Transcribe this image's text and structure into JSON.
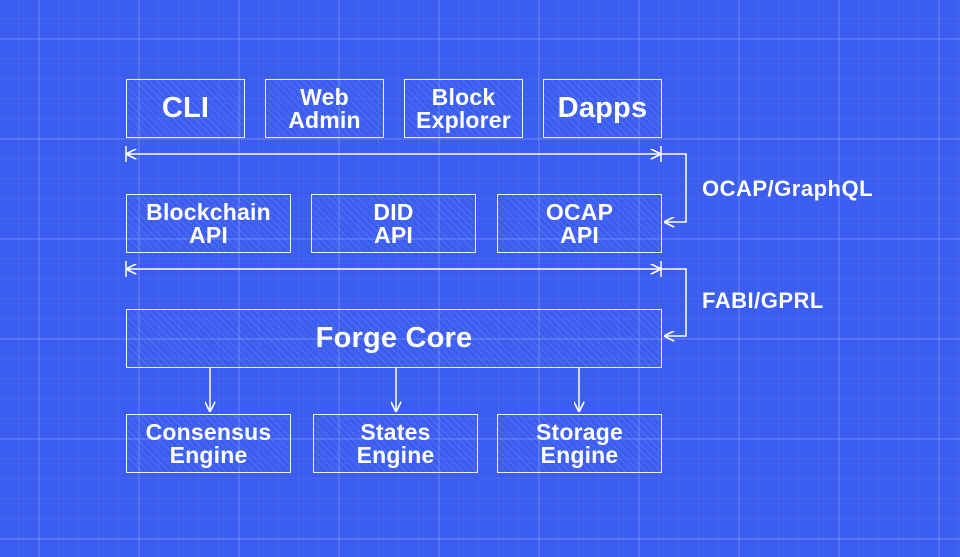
{
  "clients": [
    {
      "id": "cli",
      "label": "CLI"
    },
    {
      "id": "web-admin",
      "label": "Web\nAdmin"
    },
    {
      "id": "block-explorer",
      "label": "Block\nExplorer"
    },
    {
      "id": "dapps",
      "label": "Dapps"
    }
  ],
  "apis": [
    {
      "id": "blockchain-api",
      "label": "Blockchain\nAPI"
    },
    {
      "id": "did-api",
      "label": "DID\nAPI"
    },
    {
      "id": "ocap-api",
      "label": "OCAP\nAPI"
    }
  ],
  "core": {
    "label": "Forge Core"
  },
  "engines": [
    {
      "id": "consensus-engine",
      "label": "Consensus\nEngine"
    },
    {
      "id": "states-engine",
      "label": "States\nEngine"
    },
    {
      "id": "storage-engine",
      "label": "Storage\nEngine"
    }
  ],
  "protocols": {
    "upper": "OCAP/GraphQL",
    "lower": "FABI/GPRL"
  },
  "colors": {
    "background": "#3b5df0",
    "line": "#ffffff"
  }
}
